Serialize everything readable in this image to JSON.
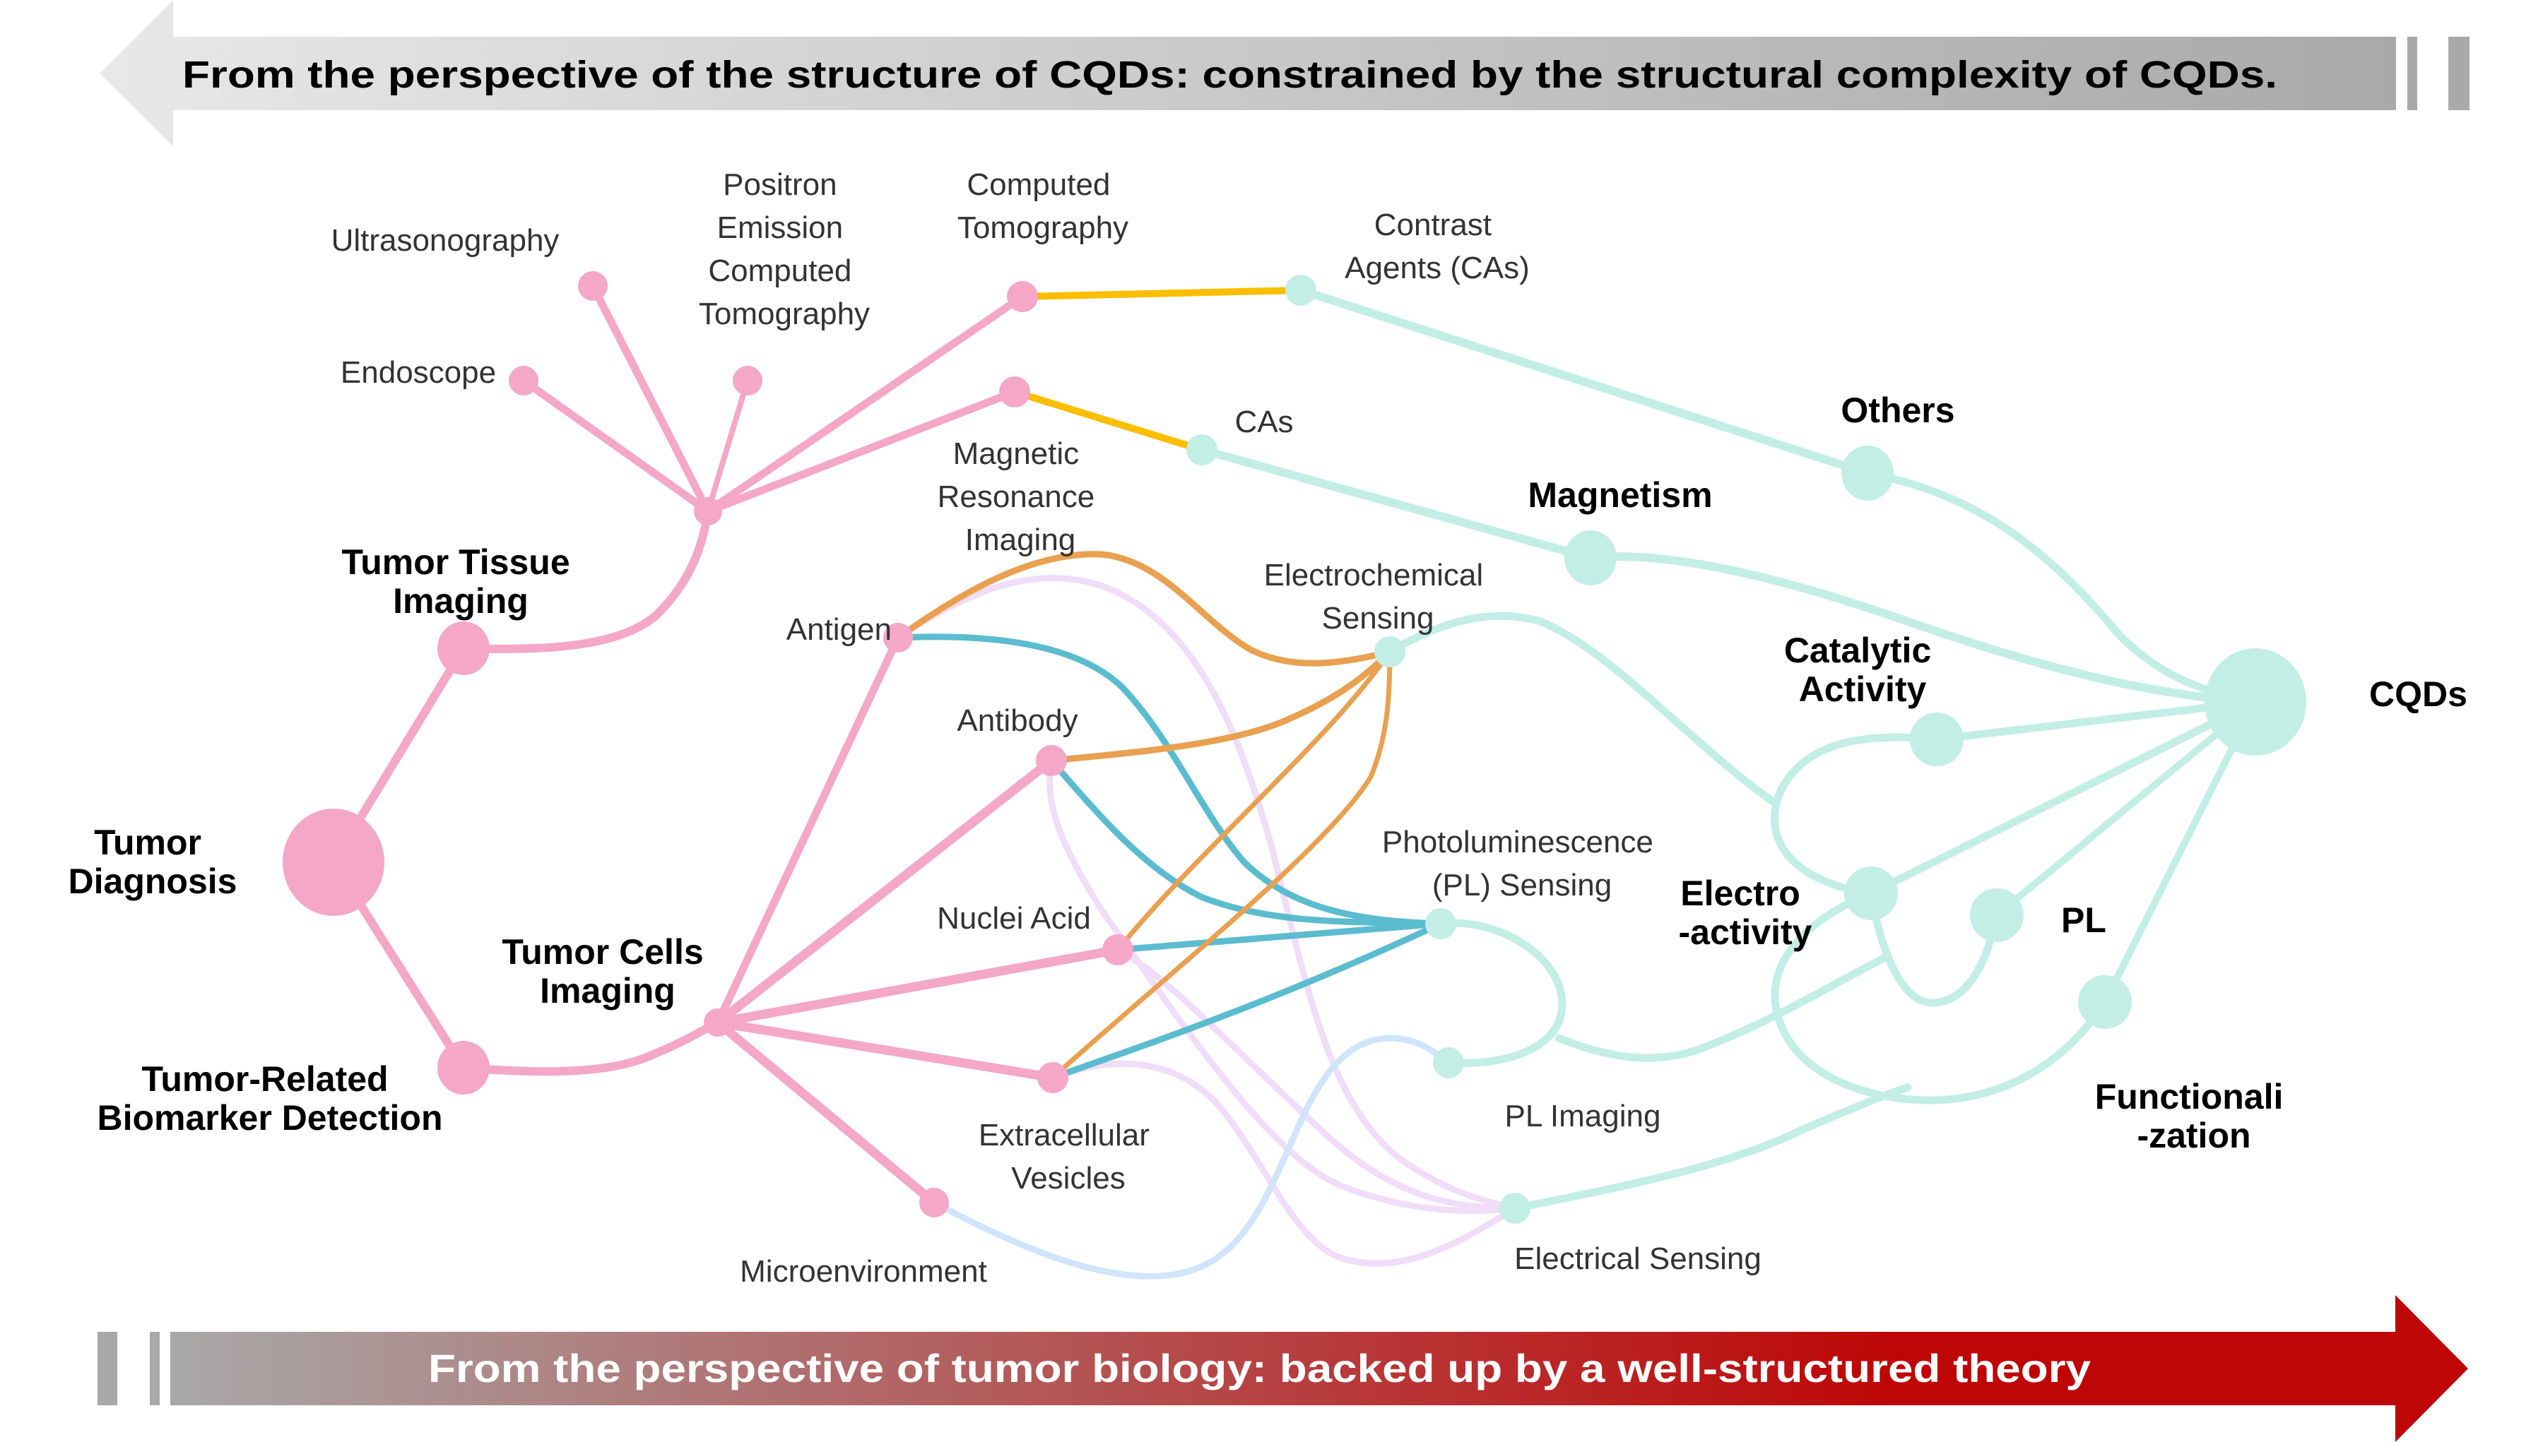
{
  "banners": {
    "top": {
      "text": "From the perspective of the structure of CQDs: constrained by the structural complexity of CQDs.",
      "direction": "left"
    },
    "bottom": {
      "text": "From the perspective of tumor biology: backed up by a well-structured theory",
      "direction": "right"
    }
  },
  "colors": {
    "tumor": "#f4a7c7",
    "cqd": "#c2eee6",
    "yellow_link": "#fbbe00",
    "orange_link": "#e9a050",
    "blue_link": "#5bbcd0",
    "lavender_link": "#f1dcfa",
    "light_blue_link": "#d0e5fb",
    "top_banner_light": "#e8e8e8",
    "top_banner_dark": "#a9a9a9",
    "bottom_banner_light": "#a9a9a9",
    "bottom_banner_red": "#be0606"
  },
  "nodes": {
    "tumor_diagnosis": {
      "label_lines": [
        "Tumor",
        "Diagnosis"
      ],
      "group": "tumor",
      "bold": true
    },
    "tumor_tissue_imaging": {
      "label_lines": [
        "Tumor Tissue",
        "Imaging"
      ],
      "group": "tumor",
      "bold": true
    },
    "tumor_related_biomarker": {
      "label_lines": [
        "Tumor-Related",
        "Biomarker Detection"
      ],
      "group": "tumor",
      "bold": true
    },
    "tumor_cells_imaging": {
      "label_lines": [
        "Tumor Cells",
        "Imaging"
      ],
      "group": "tumor",
      "bold": true
    },
    "ultrasonography": {
      "label_lines": [
        "Ultrasonography"
      ],
      "group": "tumor"
    },
    "endoscope": {
      "label_lines": [
        "Endoscope"
      ],
      "group": "tumor"
    },
    "pet_ct": {
      "label_lines": [
        "Positron",
        "Emission",
        "Computed",
        "Tomography"
      ],
      "group": "tumor"
    },
    "computed_tomography": {
      "label_lines": [
        "Computed",
        "Tomography"
      ],
      "group": "tumor"
    },
    "mri": {
      "label_lines": [
        "Magnetic",
        "Resonance",
        "Imaging"
      ],
      "group": "tumor"
    },
    "antigen": {
      "label_lines": [
        "Antigen"
      ],
      "group": "tumor"
    },
    "antibody": {
      "label_lines": [
        "Antibody"
      ],
      "group": "tumor"
    },
    "nuclei_acid": {
      "label_lines": [
        "Nuclei Acid"
      ],
      "group": "tumor"
    },
    "extracellular_vesicles": {
      "label_lines": [
        "Extracellular",
        "Vesicles"
      ],
      "group": "tumor"
    },
    "microenvironment": {
      "label_lines": [
        "Microenvironment"
      ],
      "group": "tumor"
    },
    "contrast_agents": {
      "label_lines": [
        "Contrast",
        "Agents (CAs)"
      ],
      "group": "cqd"
    },
    "cas": {
      "label_lines": [
        "CAs"
      ],
      "group": "cqd"
    },
    "electrochemical_sensing": {
      "label_lines": [
        "Electrochemical",
        "Sensing"
      ],
      "group": "cqd"
    },
    "pl_sensing": {
      "label_lines": [
        "Photoluminescence",
        "(PL) Sensing"
      ],
      "group": "cqd"
    },
    "pl_imaging": {
      "label_lines": [
        "PL Imaging"
      ],
      "group": "cqd"
    },
    "electrical_sensing": {
      "label_lines": [
        "Electrical Sensing"
      ],
      "group": "cqd"
    },
    "others": {
      "label_lines": [
        "Others"
      ],
      "group": "cqd",
      "bold": true
    },
    "magnetism": {
      "label_lines": [
        "Magnetism"
      ],
      "group": "cqd",
      "bold": true
    },
    "catalytic_activity": {
      "label_lines": [
        "Catalytic",
        "Activity"
      ],
      "group": "cqd",
      "bold": true
    },
    "electro_activity": {
      "label_lines": [
        "Electro",
        "-activity"
      ],
      "group": "cqd",
      "bold": true
    },
    "pl": {
      "label_lines": [
        "PL"
      ],
      "group": "cqd",
      "bold": true
    },
    "functionalization": {
      "label_lines": [
        "Functionali",
        "-zation"
      ],
      "group": "cqd",
      "bold": true
    },
    "cqds": {
      "label_lines": [
        "CQDs"
      ],
      "group": "cqd",
      "bold": true
    }
  },
  "edges": [
    {
      "from": "tumor_diagnosis",
      "to": "tumor_tissue_imaging",
      "type": "tumor"
    },
    {
      "from": "tumor_diagnosis",
      "to": "tumor_related_biomarker",
      "type": "tumor"
    },
    {
      "from": "tumor_tissue_imaging",
      "to": "imaging_hub",
      "type": "tumor"
    },
    {
      "from": "imaging_hub",
      "to": "ultrasonography",
      "type": "tumor"
    },
    {
      "from": "imaging_hub",
      "to": "endoscope",
      "type": "tumor"
    },
    {
      "from": "imaging_hub",
      "to": "pet_ct",
      "type": "tumor"
    },
    {
      "from": "imaging_hub",
      "to": "computed_tomography",
      "type": "tumor"
    },
    {
      "from": "imaging_hub",
      "to": "mri",
      "type": "tumor"
    },
    {
      "from": "tumor_related_biomarker",
      "to": "tumor_cells_imaging",
      "type": "tumor"
    },
    {
      "from": "tumor_cells_imaging",
      "to": "antigen",
      "type": "tumor"
    },
    {
      "from": "tumor_cells_imaging",
      "to": "antibody",
      "type": "tumor"
    },
    {
      "from": "tumor_cells_imaging",
      "to": "nuclei_acid",
      "type": "tumor"
    },
    {
      "from": "tumor_cells_imaging",
      "to": "extracellular_vesicles",
      "type": "tumor"
    },
    {
      "from": "tumor_cells_imaging",
      "to": "microenvironment",
      "type": "tumor"
    },
    {
      "from": "computed_tomography",
      "to": "contrast_agents",
      "type": "yellow"
    },
    {
      "from": "mri",
      "to": "cas",
      "type": "yellow"
    },
    {
      "from": "antigen",
      "to": "electrochemical_sensing",
      "type": "orange"
    },
    {
      "from": "antibody",
      "to": "electrochemical_sensing",
      "type": "orange"
    },
    {
      "from": "nuclei_acid",
      "to": "electrochemical_sensing",
      "type": "orange"
    },
    {
      "from": "extracellular_vesicles",
      "to": "electrochemical_sensing",
      "type": "orange"
    },
    {
      "from": "antigen",
      "to": "pl_sensing",
      "type": "blue"
    },
    {
      "from": "antibody",
      "to": "pl_sensing",
      "type": "blue"
    },
    {
      "from": "nuclei_acid",
      "to": "pl_sensing",
      "type": "blue"
    },
    {
      "from": "extracellular_vesicles",
      "to": "pl_sensing",
      "type": "blue"
    },
    {
      "from": "antigen",
      "to": "electrical_sensing",
      "type": "lavender"
    },
    {
      "from": "antibody",
      "to": "electrical_sensing",
      "type": "lavender"
    },
    {
      "from": "nuclei_acid",
      "to": "electrical_sensing",
      "type": "lavender"
    },
    {
      "from": "extracellular_vesicles",
      "to": "electrical_sensing",
      "type": "lavender"
    },
    {
      "from": "microenvironment",
      "to": "pl_imaging",
      "type": "light_blue"
    },
    {
      "from": "contrast_agents",
      "to": "others",
      "type": "cqd"
    },
    {
      "from": "cas",
      "to": "magnetism",
      "type": "cqd"
    },
    {
      "from": "others",
      "to": "cqds",
      "type": "cqd"
    },
    {
      "from": "magnetism",
      "to": "cqds",
      "type": "cqd"
    },
    {
      "from": "catalytic_activity",
      "to": "cqds",
      "type": "cqd"
    },
    {
      "from": "electro_activity",
      "to": "cqds",
      "type": "cqd"
    },
    {
      "from": "pl",
      "to": "cqds",
      "type": "cqd"
    },
    {
      "from": "functionalization",
      "to": "cqds",
      "type": "cqd"
    },
    {
      "from": "electrochemical_sensing",
      "to": "electro_activity",
      "type": "cqd"
    },
    {
      "from": "catalytic_activity",
      "to": "electro_activity",
      "type": "cqd"
    },
    {
      "from": "electro_activity",
      "to": "pl",
      "type": "cqd"
    },
    {
      "from": "electro_activity",
      "to": "functionalization",
      "type": "cqd"
    },
    {
      "from": "pl_sensing",
      "to": "pl_imaging",
      "type": "cqd"
    },
    {
      "from": "pl_imaging",
      "to": "pl",
      "type": "cqd"
    },
    {
      "from": "electrical_sensing",
      "to": "functionalization",
      "type": "cqd"
    }
  ]
}
